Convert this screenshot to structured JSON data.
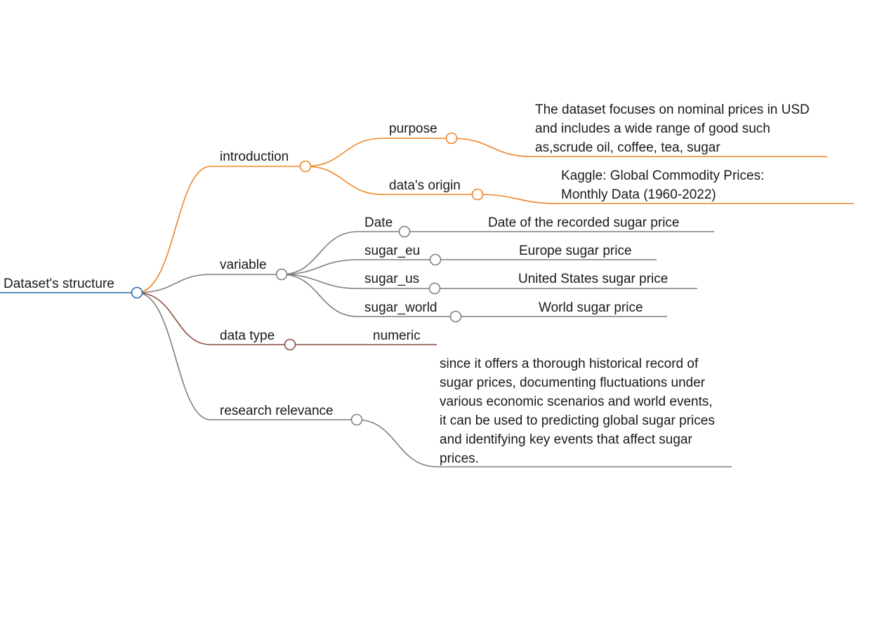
{
  "colors": {
    "root": "#2d6ea6",
    "introduction": "#ef8528",
    "variable": "#7f7f7f",
    "data_type": "#8b4a3c",
    "research_relevance": "#7f7f7f"
  },
  "mindmap": {
    "root": "Dataset's structure",
    "introduction": {
      "label": "introduction",
      "purpose": {
        "label": "purpose",
        "detail": "The dataset focuses on nominal prices in USD and includes a wide range of good such as,scrude oil, coffee, tea, sugar"
      },
      "origin": {
        "label": "data's origin",
        "detail": "Kaggle: Global Commodity Prices: Monthly Data (1960-2022)"
      }
    },
    "variable": {
      "label": "variable",
      "items": [
        {
          "label": "Date",
          "detail": "Date of the recorded sugar price"
        },
        {
          "label": "sugar_eu",
          "detail": "Europe sugar price"
        },
        {
          "label": "sugar_us",
          "detail": "United States sugar price"
        },
        {
          "label": "sugar_world",
          "detail": "World sugar price"
        }
      ]
    },
    "data_type": {
      "label": "data type",
      "detail": "numeric"
    },
    "research_relevance": {
      "label": "research relevance",
      "detail": "since it offers a thorough historical record of sugar prices, documenting fluctuations under various economic scenarios and world events, it can be used to predicting global sugar prices and identifying key events that affect sugar prices."
    }
  }
}
